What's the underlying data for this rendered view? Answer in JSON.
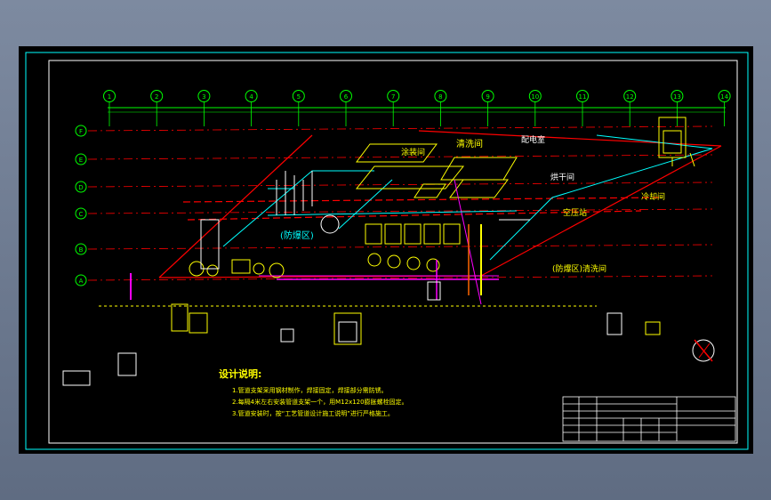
{
  "axis_labels": [
    "1",
    "2",
    "3",
    "4",
    "5",
    "6",
    "7",
    "8",
    "9",
    "10",
    "11",
    "12",
    "13",
    "14"
  ],
  "row_labels": [
    "F",
    "E",
    "D",
    "C",
    "B",
    "A"
  ],
  "room_labels": {
    "washroom": "清洗间",
    "explosion_proof_1": "(防爆区)",
    "explosion_proof_2": "(防爆区)清洗间",
    "dry_dish": "烘干间",
    "air_compressor": "空压站",
    "cooling": "冷却间",
    "control": "配电室",
    "coating": "涂装间"
  },
  "notes": {
    "title": "设计说明:",
    "lines": [
      "1.管道支架采用钢材制作，焊接固定，焊接部分需防锈。",
      "2.每隔4米左右安装管道支架一个，用M12x120膨胀螺栓固定。",
      "3.管道安装时，按“工艺管道设计施工说明”进行严格施工。"
    ]
  },
  "colors": {
    "background": "#000000",
    "frame": "#ffffff",
    "inner_frame": "#00ffff",
    "grid_axis": "#00ff00",
    "row_line": "#ff0000",
    "equipment": "#ffff00",
    "pipe_cyan": "#00ffff",
    "pipe_magenta": "#ff00ff",
    "note_text": "#ffff00"
  }
}
